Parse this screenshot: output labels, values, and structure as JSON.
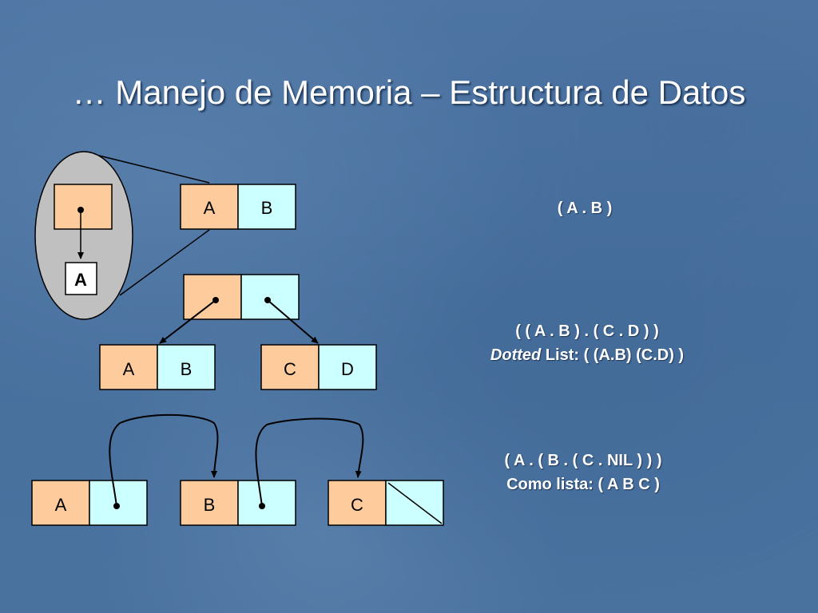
{
  "slide": {
    "title": "… Manejo de Memoria – Estructura de Datos"
  },
  "diagram": {
    "pointer_inset": {
      "atom": "A"
    },
    "cons1": {
      "car": "A",
      "cdr": "B"
    },
    "cons2": {
      "left": {
        "car": "A",
        "cdr": "B"
      },
      "right": {
        "car": "C",
        "cdr": "D"
      }
    },
    "list": {
      "cell1": "A",
      "cell2": "B",
      "cell3": "C"
    }
  },
  "expressions": {
    "e1": "( A . B )",
    "e2_line1": "( ( A . B ) . ( C . D ) )",
    "e2_italic": "Dotted",
    "e2_rest": " List: ( (A.B) (C.D) )",
    "e3_line1": "( A . ( B . ( C . NIL ) ) )",
    "e3_line2": "Como lista: ( A B C )"
  },
  "colors": {
    "car_fill": "#fecb9c",
    "cdr_fill": "#ccffff",
    "inset_fill": "#c0c0c0"
  }
}
